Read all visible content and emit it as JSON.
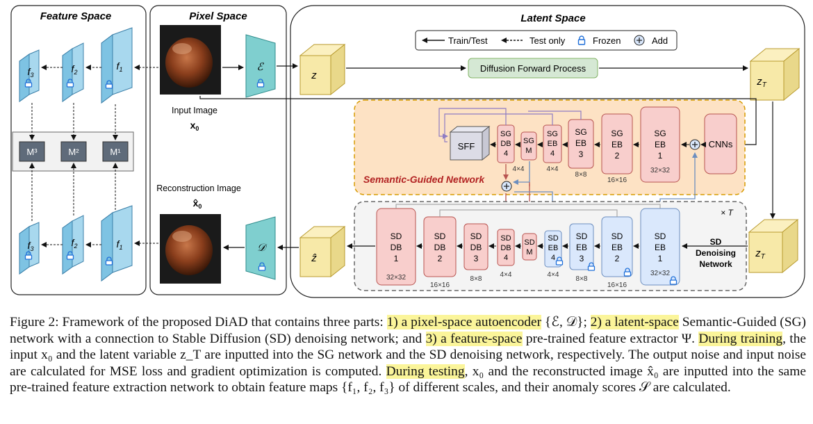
{
  "panels": {
    "feature_space": "Feature Space",
    "pixel_space": "Pixel Space",
    "latent_space": "Latent Space"
  },
  "legend": {
    "train_test": "Train/Test",
    "test_only": "Test only",
    "frozen": "Frozen",
    "add": "Add"
  },
  "feature_maps_top": [
    "f3",
    "f2",
    "f1"
  ],
  "feature_maps_bottom": [
    "f3",
    "f2",
    "f1"
  ],
  "anomaly_maps": [
    "M³",
    "M²",
    "M¹"
  ],
  "pixel": {
    "input_label": "Input Image",
    "input_symbol": "x0",
    "recon_label": "Reconstruction Image",
    "recon_symbol": "x̂0",
    "encoder": "ℰ",
    "decoder": "𝒟"
  },
  "latent": {
    "z": "z",
    "z_hat": "ẑ",
    "z_T_top": "zT",
    "z_T_bottom": "zT",
    "forward_process": "Diffusion Forward Process",
    "repeat": "× T",
    "sd_label": [
      "SD",
      "Denoising",
      "Network"
    ]
  },
  "sg_network": {
    "title": "Semantic-Guided Network",
    "sff": "SFF",
    "cnns": "CNNs",
    "blocks": [
      {
        "lines": [
          "SG",
          "DB",
          "4"
        ],
        "size": "4×4"
      },
      {
        "lines": [
          "SG",
          "M"
        ],
        "size": "4×4"
      },
      {
        "lines": [
          "SG",
          "EB",
          "4"
        ],
        "size": "4×4"
      },
      {
        "lines": [
          "SG",
          "EB",
          "3"
        ],
        "size": "8×8"
      },
      {
        "lines": [
          "SG",
          "EB",
          "2"
        ],
        "size": "16×16"
      },
      {
        "lines": [
          "SG",
          "EB",
          "1"
        ],
        "size": "32×32"
      }
    ]
  },
  "sd_network": {
    "blocks": [
      {
        "lines": [
          "SD",
          "DB",
          "1"
        ],
        "size": "32×32"
      },
      {
        "lines": [
          "SD",
          "DB",
          "2"
        ],
        "size": "16×16"
      },
      {
        "lines": [
          "SD",
          "DB",
          "3"
        ],
        "size": "8×8"
      },
      {
        "lines": [
          "SD",
          "DB",
          "4"
        ],
        "size": "4×4"
      },
      {
        "lines": [
          "SD",
          "M"
        ],
        "size": ""
      },
      {
        "lines": [
          "SD",
          "EB",
          "4"
        ],
        "size": "4×4"
      },
      {
        "lines": [
          "SD",
          "EB",
          "3"
        ],
        "size": "8×8"
      },
      {
        "lines": [
          "SD",
          "EB",
          "2"
        ],
        "size": "16×16"
      },
      {
        "lines": [
          "SD",
          "EB",
          "1"
        ],
        "size": "32×32"
      }
    ]
  },
  "caption": {
    "p1": "Figure 2: Framework of the proposed DiAD that contains three parts: ",
    "h1": "1) a pixel-space autoencoder",
    "m1": " {ℰ, 𝒟}; ",
    "h2": "2) a latent-space",
    "p2": " Semantic-Guided (SG) network with a connection to Stable Diffusion (SD) denoising network; and ",
    "h3": "3) a feature-space",
    "p3": " pre-trained feature extractor Ψ. ",
    "h4": "During training",
    "p4": ", the input x₀ and the latent variable z_T are inputted into the SG network and the SD denoising network, respectively. The output noise and input noise are calculated for MSE loss and gradient optimization is computed. ",
    "h5": "During testing",
    "p5": ", x₀ and the reconstructed image x̂₀ are inputted into the same pre-trained feature extraction network to obtain feature maps {f₁, f₂, f₃} of different scales, and their anomaly scores 𝒮 are calculated."
  },
  "colors": {
    "feature_map": "#a8d8ee",
    "cube": "#f7e9a8",
    "encoder": "#7fcfcf",
    "forward_box": "#d5e8d4",
    "sg_bg": "#fde2c4",
    "red_block": "#f8cecc",
    "blue_block": "#dae8fc",
    "m_box": "#5f6b7a",
    "highlight": "#fbf59a"
  }
}
